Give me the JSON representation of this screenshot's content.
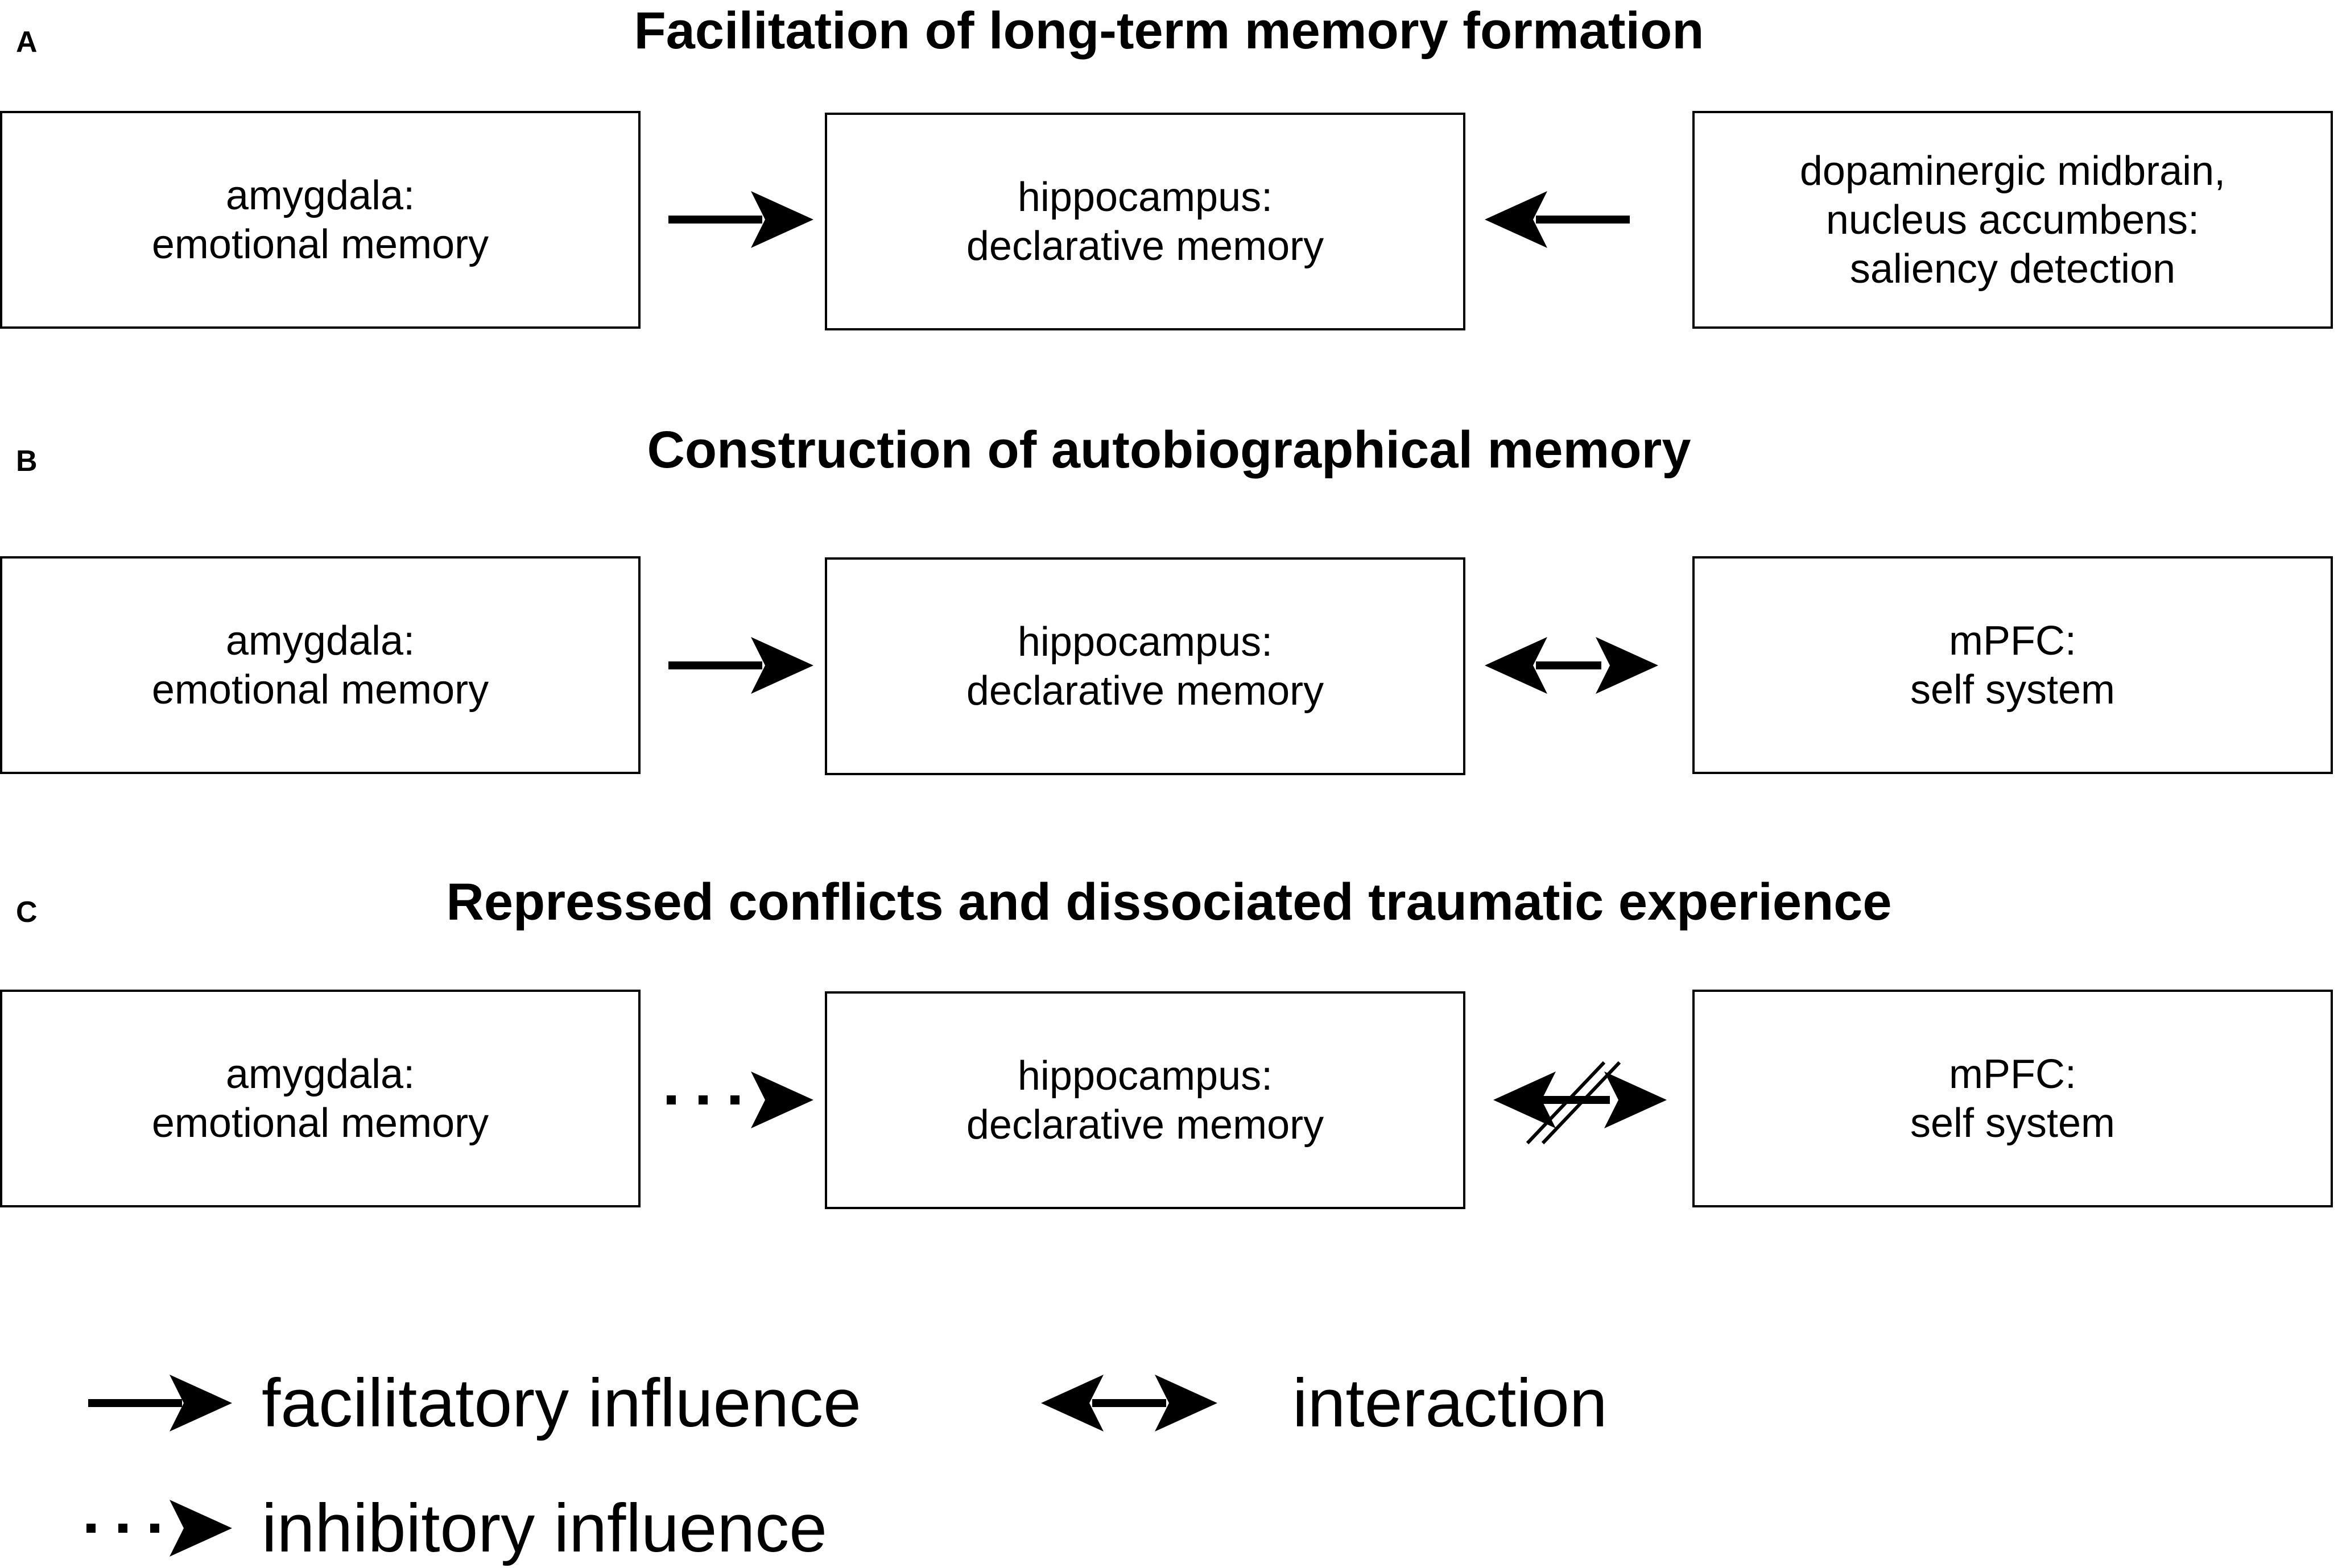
{
  "panels": [
    {
      "letter": "A",
      "title": "Facilitation of long-term memory formation",
      "boxes": [
        {
          "lines": [
            "amygdala:",
            "emotional memory"
          ]
        },
        {
          "lines": [
            "hippocampus:",
            "declarative memory"
          ]
        },
        {
          "lines": [
            "dopaminergic midbrain,",
            "nucleus accumbens:",
            "saliency detection"
          ]
        }
      ],
      "connectors": [
        "facilitatory",
        "facilitatory-reverse"
      ]
    },
    {
      "letter": "B",
      "title": "Construction of autobiographical memory",
      "boxes": [
        {
          "lines": [
            "amygdala:",
            "emotional memory"
          ]
        },
        {
          "lines": [
            "hippocampus:",
            "declarative memory"
          ]
        },
        {
          "lines": [
            "mPFC:",
            "self system"
          ]
        }
      ],
      "connectors": [
        "facilitatory",
        "interaction"
      ]
    },
    {
      "letter": "C",
      "title": "Repressed conflicts and dissociated traumatic experience",
      "boxes": [
        {
          "lines": [
            "amygdala:",
            "emotional memory"
          ]
        },
        {
          "lines": [
            "hippocampus:",
            "declarative memory"
          ]
        },
        {
          "lines": [
            "mPFC:",
            "self system"
          ]
        }
      ],
      "connectors": [
        "inhibitory",
        "interaction-blocked"
      ]
    }
  ],
  "legend": {
    "facilitatory": "facilitatory influence",
    "interaction": "interaction",
    "inhibitory": "inhibitory influence"
  },
  "colors": {
    "stroke": "#000000",
    "background": "#ffffff"
  }
}
